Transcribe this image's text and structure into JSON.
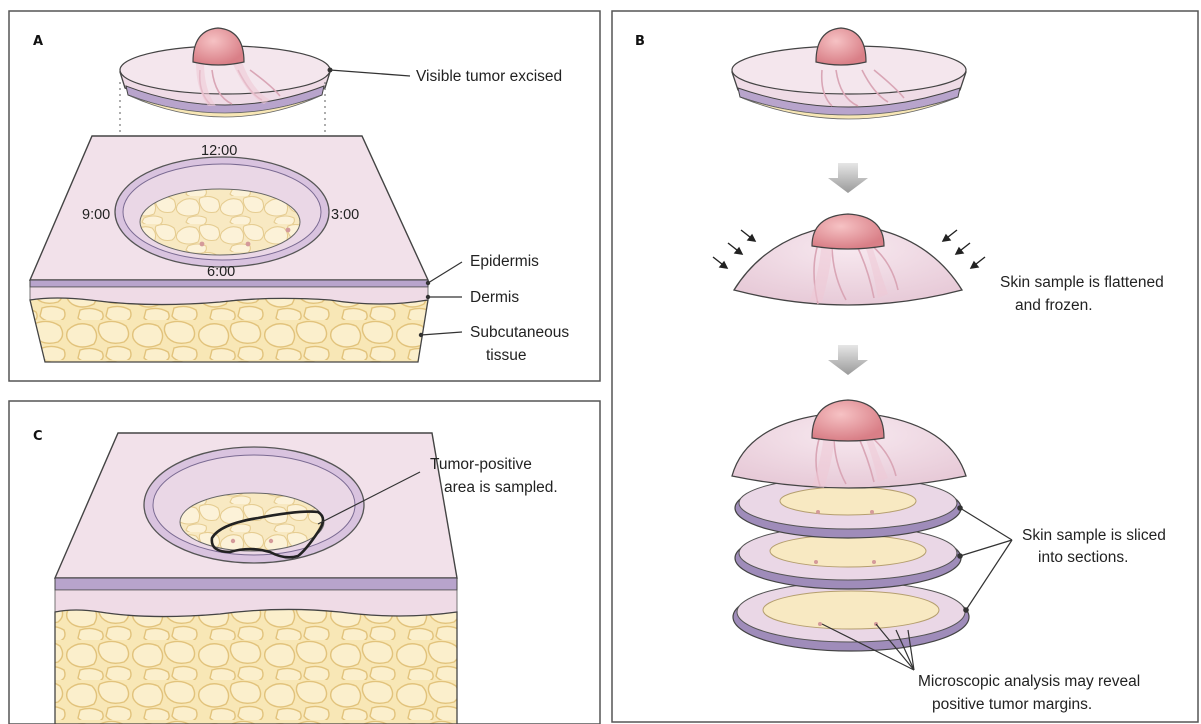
{
  "panels": {
    "a": {
      "label": "A",
      "callout_excised": "Visible tumor excised",
      "clock_12": "12:00",
      "clock_3": "3:00",
      "clock_6": "6:00",
      "clock_9": "9:00",
      "layer_epidermis": "Epidermis",
      "layer_dermis": "Dermis",
      "layer_subcut_1": "Subcutaneous",
      "layer_subcut_2": "tissue"
    },
    "b": {
      "label": "B",
      "flatten_1": "Skin sample is flattened",
      "flatten_2": "and frozen.",
      "sliced_1": "Skin sample is sliced",
      "sliced_2": "into sections.",
      "micro_1": "Microscopic analysis may reveal",
      "micro_2": "positive tumor margins."
    },
    "c": {
      "label": "C",
      "sampled_1": "Tumor-positive",
      "sampled_2": "area is sampled."
    }
  },
  "colors": {
    "skin_top": "#f1dfe8",
    "skin_side": "#e9cedb",
    "epidermis": "#b8a4cc",
    "fat": "#f8e7b6",
    "fat_line": "#e2c37c",
    "tumor": "#e79aa0",
    "arrow_gray": "#a7a7a7",
    "frame": "#555555"
  }
}
